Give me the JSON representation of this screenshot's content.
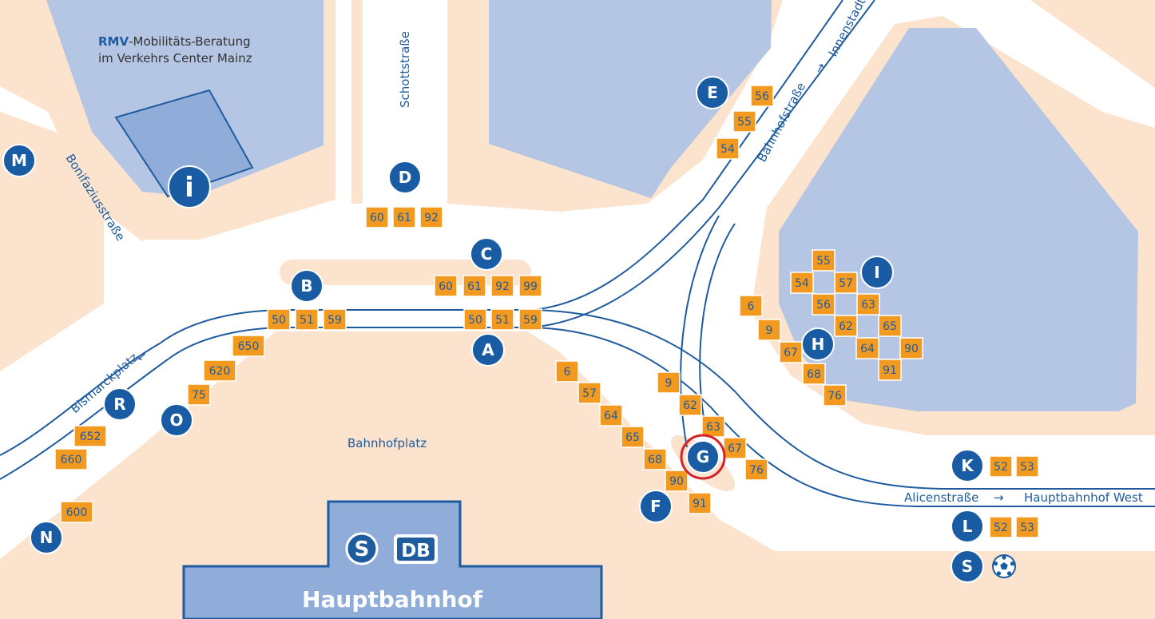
{
  "colors": {
    "background": "#ffffff",
    "pavement": "#fbe3cd",
    "building": "#b4c6e4",
    "building_dark": "#8fadd8",
    "tram_line": "#1f5b9f",
    "stop_circle": "#1a5ca4",
    "bus_box": "#f29a1f",
    "highlight": "#d2232a"
  },
  "labels": {
    "rmv_brand": "RMV",
    "rmv_line1_rest": "-Mobilitäts-Beratung",
    "rmv_line2": "im Verkehrs Center Mainz",
    "schottstrasse": "Schottstraße",
    "bonifaziusstrasse": "Bonifaziusstraße",
    "bahnhofstrasse": "Bahnhofstraße",
    "innenstadt": "Innenstadt",
    "bismarckplatz": "Bismarckplatz",
    "bahnhofplatz": "Bahnhofplatz",
    "alicenstrasse": "Alicenstraße",
    "hauptbahnhof_west": "Hauptbahnhof West",
    "hauptbahnhof": "Hauptbahnhof",
    "info_icon": "i",
    "sbahn_logo": "S",
    "db_logo": "DB"
  },
  "stops": [
    {
      "id": "A"
    },
    {
      "id": "B"
    },
    {
      "id": "C"
    },
    {
      "id": "D"
    },
    {
      "id": "E"
    },
    {
      "id": "F"
    },
    {
      "id": "G",
      "highlighted": true
    },
    {
      "id": "H"
    },
    {
      "id": "I"
    },
    {
      "id": "K"
    },
    {
      "id": "L"
    },
    {
      "id": "M"
    },
    {
      "id": "N"
    },
    {
      "id": "O"
    },
    {
      "id": "R"
    },
    {
      "id": "S",
      "icon": "soccer-ball-icon"
    }
  ],
  "routes": {
    "A": [
      "50",
      "51",
      "59"
    ],
    "B": [
      "50",
      "51",
      "59"
    ],
    "C": [
      "60",
      "61",
      "92",
      "99"
    ],
    "D": [
      "60",
      "61",
      "92"
    ],
    "E": [
      "56",
      "55",
      "54"
    ],
    "F": [
      "6",
      "57",
      "64",
      "65",
      "68",
      "90",
      "91"
    ],
    "G": [
      "9",
      "62",
      "63",
      "67",
      "76"
    ],
    "H": [
      "6",
      "9",
      "67",
      "68",
      "76"
    ],
    "I": [
      "55",
      "54",
      "57",
      "56",
      "63",
      "62",
      "65",
      "64",
      "90",
      "91"
    ],
    "K": [
      "52",
      "53"
    ],
    "L": [
      "52",
      "53"
    ],
    "N": [
      "600"
    ],
    "O": [
      "650",
      "620",
      "75"
    ],
    "R": [
      "652",
      "660"
    ]
  }
}
